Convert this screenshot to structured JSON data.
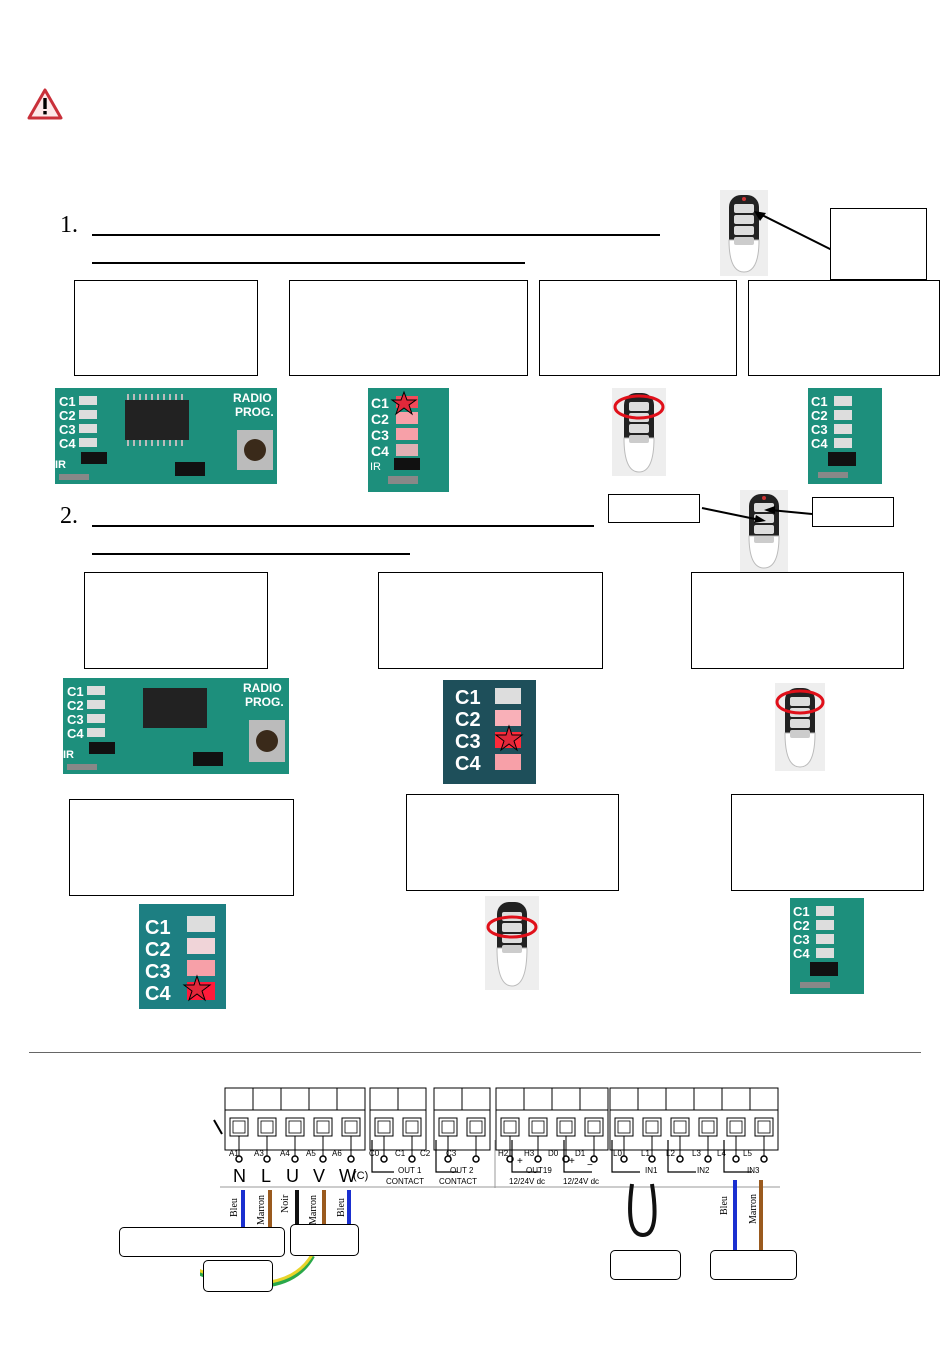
{
  "warning": {
    "icon": "warning-triangle-icon"
  },
  "step1": {
    "number": "1.",
    "pcb_labels": {
      "c1": "C1",
      "c2": "C2",
      "c3": "C3",
      "c4": "C4",
      "radio": "RADIO",
      "prog": "PROG.",
      "ir": "IR"
    }
  },
  "step2": {
    "number": "2."
  },
  "pcb_big": {
    "c1": "C1",
    "c2": "C2",
    "c3": "C3",
    "c4": "C4",
    "ir": "IR"
  },
  "terminal": {
    "pins": [
      "A1",
      "A3",
      "A4",
      "A5",
      "A6",
      "C0",
      "C1",
      "C2",
      "C3",
      "H2",
      "H3",
      "D0",
      "D1",
      "L0",
      "L1",
      "L2",
      "L3",
      "L4",
      "L5"
    ],
    "motor_letters": [
      "N",
      "L",
      "U",
      "V",
      "W"
    ],
    "motor_suffix": "(C)",
    "out1_line1": "OUT 1",
    "out1_line2": "CONTACT",
    "out2_line1": "OUT 2",
    "out2_line2": "CONTACT",
    "out19_label": "OUT19",
    "out19_volt": "12/24V dc",
    "d_volt": "12/24V dc",
    "plus_sign": "+",
    "minus_sign": "−",
    "in1": "IN1",
    "in2": "IN2",
    "in3": "IN3"
  },
  "wires": {
    "bleu": "Bleu",
    "marron": "Marron",
    "noir": "Noir",
    "marron2": "Marron",
    "bleu2": "Bleu",
    "bleu3": "Bleu",
    "marron3": "Marron"
  },
  "colors": {
    "pcb": "#1d8f7c",
    "led_red": "#e0283a",
    "wire_blue": "#1a2fd0",
    "wire_brown": "#9a5a1e",
    "wire_yellow": "#e8d42a",
    "wire_green": "#2aa84a"
  }
}
